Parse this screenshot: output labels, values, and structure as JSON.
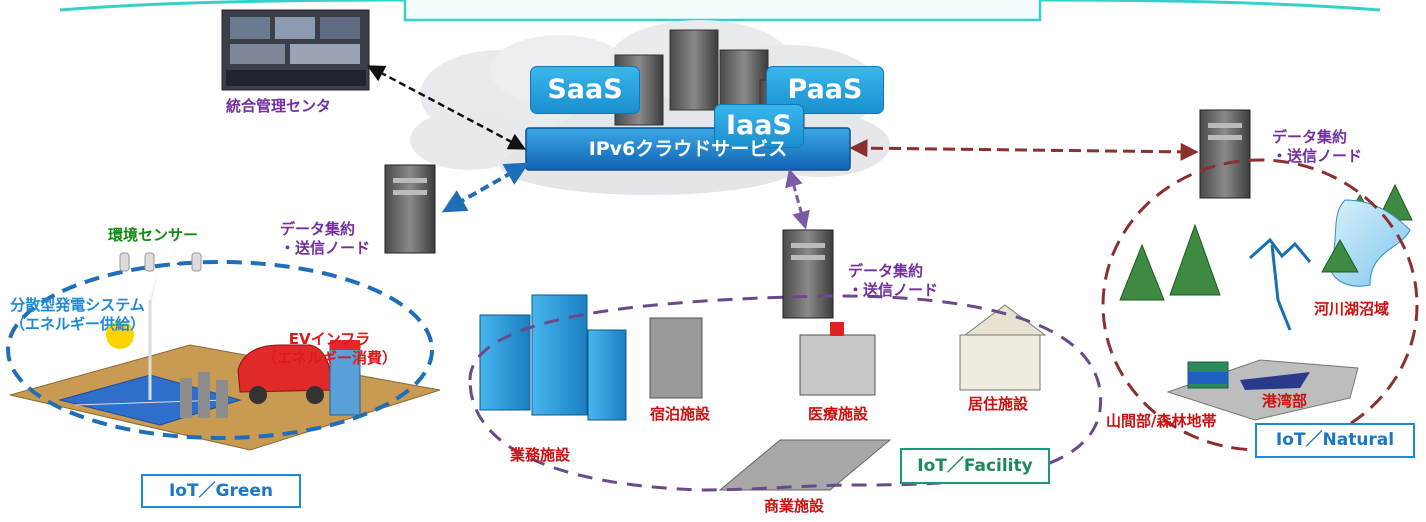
{
  "diagram": {
    "center": {
      "service_bar": "IPv6クラウドサービス",
      "saas": "SaaS",
      "paas": "PaaS",
      "iaas": "IaaS"
    },
    "management_center": "統合管理センタ",
    "nodes": {
      "left": [
        "データ集約",
        "・送信ノード"
      ],
      "middle": [
        "データ集約",
        "・送信ノード"
      ],
      "right": [
        "データ集約",
        "・送信ノード"
      ]
    },
    "green_zone": {
      "sensor": "環境センサー",
      "distributed_power": [
        "分散型発電システム",
        "（エネルギー供給）"
      ],
      "ev_infra": [
        "EVインフラ",
        "（エネルギー消費）"
      ],
      "tag": "IoT／Green"
    },
    "facility_zone": {
      "business": "業務施設",
      "lodging": "宿泊施設",
      "medical": "医療施設",
      "residential": "居住施設",
      "commercial": "商業施設",
      "tag": "IoT／Facility"
    },
    "natural_zone": {
      "river": "河川湖沼域",
      "port": "港湾部",
      "mountain": "山間部/森林地帯",
      "tag": "IoT／Natural"
    },
    "colors": {
      "pill": "#1a8fd0",
      "label_purple": "#7030a0",
      "green_tag_border": "#1c8ad6",
      "facility_tag_border": "#1a9a7a",
      "cloud": "#e4e6ea"
    }
  }
}
